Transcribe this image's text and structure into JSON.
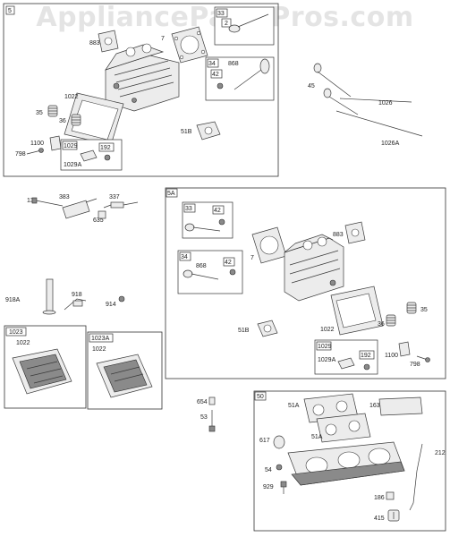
{
  "watermark": "AppliancePartsPros.com",
  "groups": {
    "g5": "5",
    "g5a": "5A",
    "g1023": "1023",
    "g1023a": "1023A",
    "g50": "50"
  },
  "labels": {
    "p883": "883",
    "p7": "7",
    "p33": "33",
    "p2": "2",
    "p34": "34",
    "p868": "868",
    "p42": "42",
    "p1022": "1022",
    "p35": "35",
    "p36": "36",
    "p51b": "51B",
    "p1100": "1100",
    "p798": "798",
    "p1029": "1029",
    "p192": "192",
    "p1029a": "1029A",
    "p45": "45",
    "p1026": "1026",
    "p1026a": "1026A",
    "p13": "13",
    "p383": "383",
    "p337": "337",
    "p635": "635",
    "p918a": "918A",
    "p918": "918",
    "p914": "914",
    "a33": "33",
    "a42": "42",
    "a883": "883",
    "a7": "7",
    "a34": "34",
    "a868": "868",
    "a42b": "42",
    "a51b": "51B",
    "a1022": "1022",
    "a35": "35",
    "a36": "36",
    "a1029": "1029",
    "a1029a": "1029A",
    "a192": "192",
    "a1100": "1100",
    "a798": "798",
    "b1022": "1022",
    "c1022": "1022",
    "p654": "654",
    "p53": "53",
    "e51a": "51A",
    "e163": "163",
    "e51a2": "51A",
    "e617": "617",
    "e212": "212",
    "e54": "54",
    "e929": "929",
    "e186": "186",
    "e415": "415"
  }
}
